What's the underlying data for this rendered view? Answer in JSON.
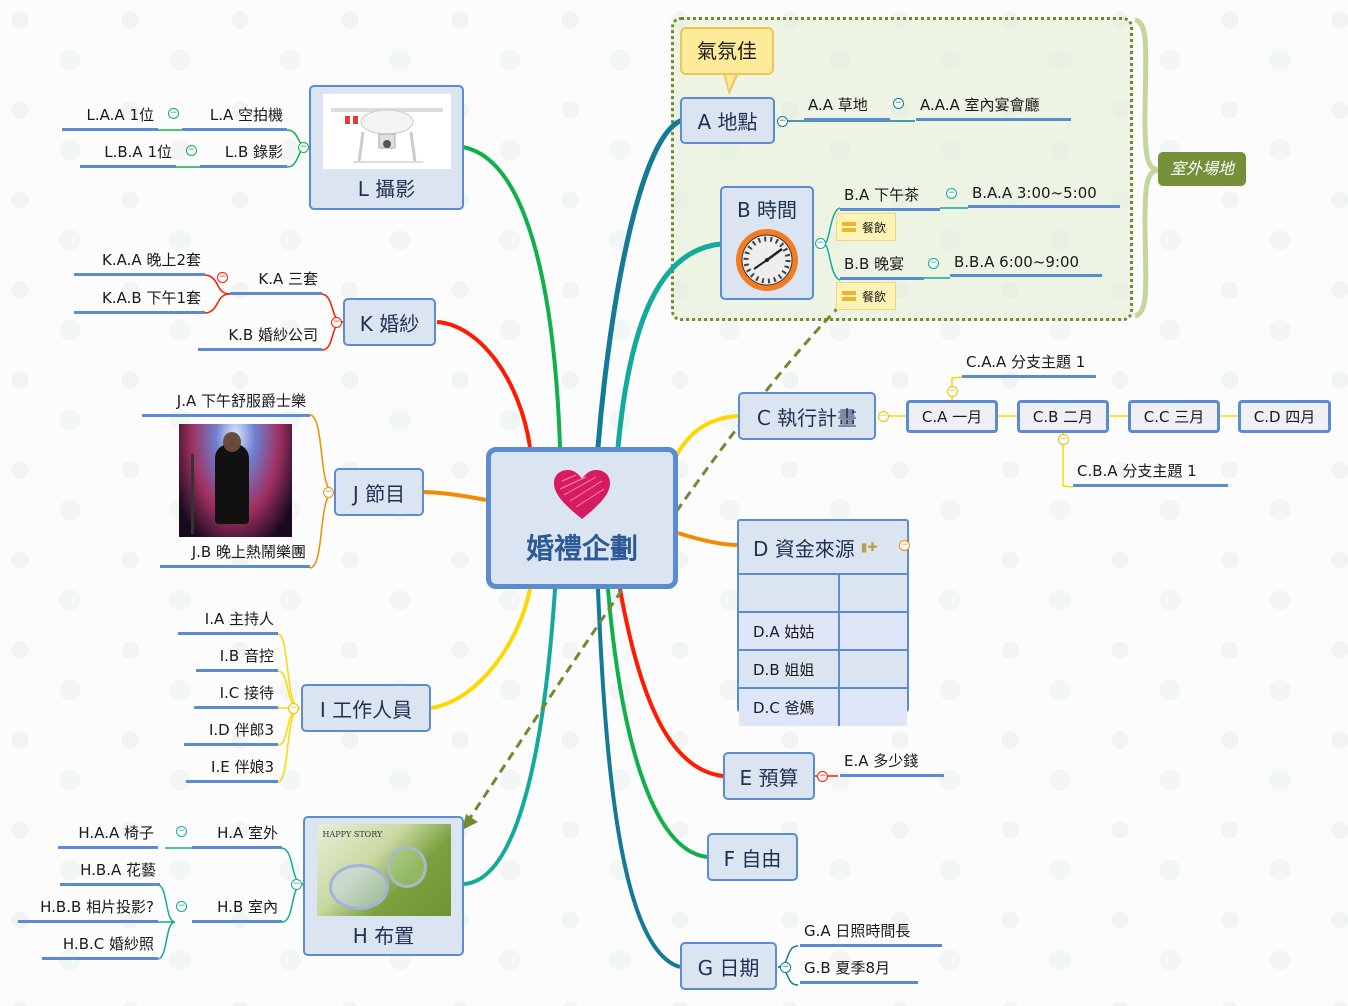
{
  "central": {
    "title": "婚禮企劃",
    "icon": "heart-icon",
    "heart_color": "#d81b60"
  },
  "colors": {
    "topic_fill": "#dbe5f2",
    "topic_border": "#5b8bd0",
    "boundary_fill": "#e2ecd2",
    "boundary_border": "#6f8a32",
    "summary_fill": "#76903a",
    "callout_fill": "#fdeb9a",
    "relationship_line": "#6f8a32"
  },
  "boundary": {
    "summary_label": "室外場地"
  },
  "callout": {
    "text": "氣氛佳"
  },
  "topics": {
    "A": {
      "label": "A 地點",
      "children": [
        {
          "label": "A.A 草地",
          "children": [
            {
              "label": "A.A.A 室內宴會廳"
            }
          ]
        }
      ]
    },
    "B": {
      "label": "B 時間",
      "image": "clock-icon",
      "children": [
        {
          "label": "B.A 下午茶",
          "marker": "餐飲",
          "children": [
            {
              "label": "B.A.A 3:00~5:00"
            }
          ]
        },
        {
          "label": "B.B 晚宴",
          "marker": "餐飲",
          "children": [
            {
              "label": "B.B.A 6:00~9:00"
            }
          ]
        }
      ]
    },
    "C": {
      "label": "C 執行計畫",
      "children": [
        {
          "label": "C.A 一月",
          "children": [
            {
              "label": "C.A.A 分支主題 1"
            }
          ]
        },
        {
          "label": "C.B 二月",
          "children": [
            {
              "label": "C.B.A 分支主題 1"
            }
          ]
        },
        {
          "label": "C.C 三月"
        },
        {
          "label": "C.D 四月"
        }
      ]
    },
    "D": {
      "label": "D 資金來源",
      "table_rows": [
        {
          "name": "",
          "value": ""
        },
        {
          "name": "D.A 姑姑",
          "value": ""
        },
        {
          "name": "D.B 姐姐",
          "value": ""
        },
        {
          "name": "D.C 爸媽",
          "value": ""
        }
      ]
    },
    "E": {
      "label": "E 預算",
      "children": [
        {
          "label": "E.A 多少錢"
        }
      ]
    },
    "F": {
      "label": "F 自由"
    },
    "G": {
      "label": "G 日期",
      "children": [
        {
          "label": "G.A 日照時間長"
        },
        {
          "label": "G.B 夏季8月"
        }
      ]
    },
    "H": {
      "label": "H 布置",
      "image": "happy-story-photo",
      "image_caption": "HAPPY STORY",
      "children": [
        {
          "label": "H.A 室外",
          "children": [
            {
              "label": "H.A.A 椅子"
            }
          ]
        },
        {
          "label": "H.B 室內",
          "children": [
            {
              "label": "H.B.A 花藝"
            },
            {
              "label": "H.B.B 相片投影?"
            },
            {
              "label": "H.B.C 婚紗照"
            }
          ]
        }
      ]
    },
    "I": {
      "label": "I 工作人員",
      "children": [
        {
          "label": "I.A 主持人"
        },
        {
          "label": "I.B 音控"
        },
        {
          "label": "I.C 接待"
        },
        {
          "label": "I.D 伴郎3"
        },
        {
          "label": "I.E 伴娘3"
        }
      ]
    },
    "J": {
      "label": "J 節目",
      "children": [
        {
          "label": "J.A 下午舒服爵士樂"
        },
        {
          "label": "J.B 晚上熱鬧樂團",
          "image": "singer-photo"
        }
      ]
    },
    "K": {
      "label": "K 婚紗",
      "children": [
        {
          "label": "K.A 三套",
          "children": [
            {
              "label": "K.A.A 晚上2套"
            },
            {
              "label": "K.A.B 下午1套"
            }
          ]
        },
        {
          "label": "K.B 婚紗公司"
        }
      ]
    },
    "L": {
      "label": "L 攝影",
      "image": "drone-photo",
      "children": [
        {
          "label": "L.A 空拍機",
          "children": [
            {
              "label": "L.A.A 1位"
            }
          ]
        },
        {
          "label": "L.B 錄影",
          "children": [
            {
              "label": "L.B.A 1位"
            }
          ]
        }
      ]
    }
  }
}
